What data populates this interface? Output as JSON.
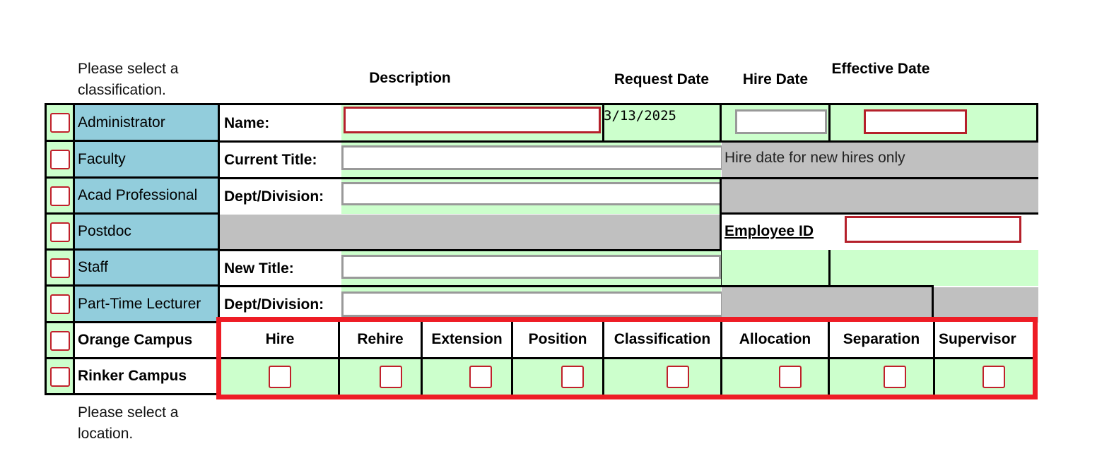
{
  "hints": {
    "classification": "Please select a classification.",
    "location": "Please select a location."
  },
  "headers": {
    "description": "Description",
    "request_date": "Request Date",
    "hire_date": "Hire Date",
    "effective_date": "Effective Date"
  },
  "classifications": [
    {
      "label": "Administrator"
    },
    {
      "label": "Faculty"
    },
    {
      "label": "Acad Professional"
    },
    {
      "label": "Postdoc"
    },
    {
      "label": "Staff"
    },
    {
      "label": "Part-Time Lecturer"
    }
  ],
  "locations": [
    {
      "label": "Orange Campus"
    },
    {
      "label": "Rinker Campus"
    }
  ],
  "fields": {
    "name_label": "Name:",
    "name_value": "",
    "request_date_value": "3/13/2025",
    "current_title_label": "Current Title:",
    "dept_division_label": "Dept/Division:",
    "new_title_label": "New Title:",
    "employee_id_label": "Employee ID",
    "hire_date_note": "Hire date for new hires only"
  },
  "actions": [
    {
      "label": "Hire"
    },
    {
      "label": "Rehire"
    },
    {
      "label": "Extension"
    },
    {
      "label": "Position"
    },
    {
      "label": "Classification"
    },
    {
      "label": "Allocation"
    },
    {
      "label": "Separation"
    },
    {
      "label": "Supervisor"
    }
  ],
  "colors": {
    "classification_bg": "#92cddc",
    "field_green": "#ccffcc",
    "gray_block": "#c0c0c0",
    "highlight_red": "#ee1c25",
    "required_border": "#b5202b"
  }
}
